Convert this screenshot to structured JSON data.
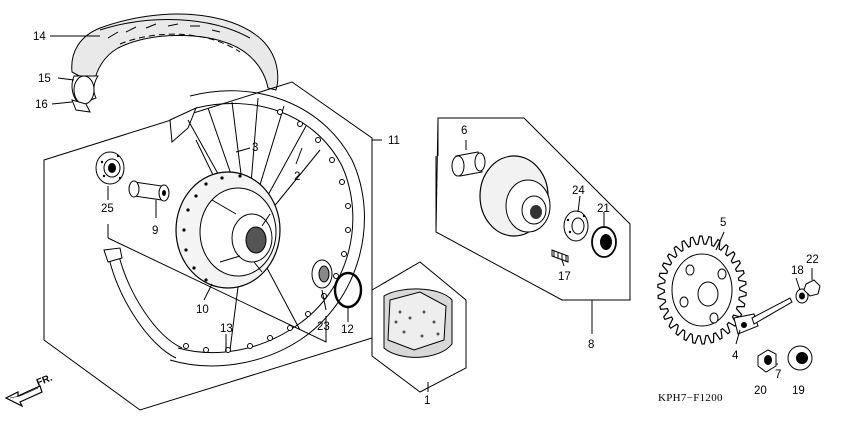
{
  "diagram": {
    "code": "KPH7−F1200",
    "direction": "FR.",
    "callouts": [
      "1",
      "2",
      "3",
      "4",
      "5",
      "6",
      "7",
      "8",
      "9",
      "10",
      "11",
      "12",
      "13",
      "14",
      "15",
      "16",
      "17",
      "18",
      "19",
      "20",
      "21",
      "22",
      "23",
      "24",
      "25"
    ]
  }
}
